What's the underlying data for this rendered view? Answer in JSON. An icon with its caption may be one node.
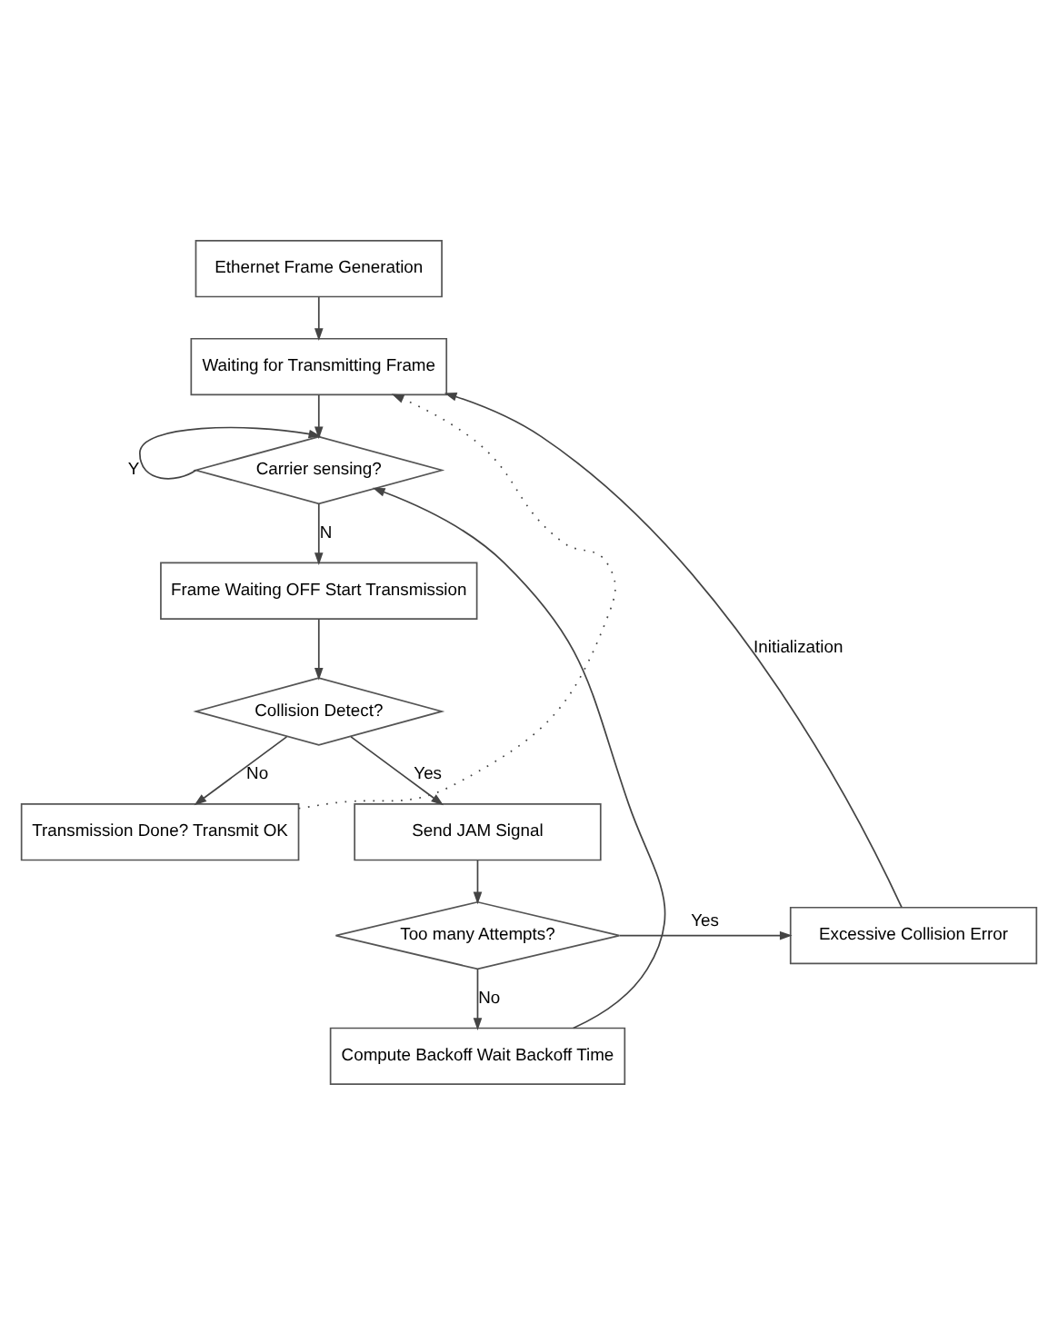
{
  "diagram": {
    "nodes": [
      {
        "text": [
          "Ethernet Frame Generation"
        ]
      },
      {
        "text": [
          "Waiting for Transmitting Frame"
        ]
      },
      {
        "text": [
          "Carrier sensing?"
        ]
      },
      {
        "text": [
          "Frame Waiting OFF Start Transmission"
        ]
      },
      {
        "text": [
          "Collision Detect?"
        ]
      },
      {
        "text": [
          "Transmission Done? Transmit OK"
        ]
      },
      {
        "text": [
          "Send JAM Signal"
        ]
      },
      {
        "text": [
          "Excessive Collision Error"
        ]
      },
      {
        "text": [
          "Too many Attempts?"
        ]
      },
      {
        "text": [
          "Compute Backoff Wait Backoff Time"
        ]
      }
    ],
    "edges": [
      {
        "from": 0,
        "to": 1,
        "arrow": "to"
      },
      {
        "from": 7,
        "to": 1,
        "arrow": "to",
        "label": "Initialization"
      },
      {
        "from": 5,
        "to": 1,
        "arrow": "to",
        "style": "dashed"
      },
      {
        "from": 1,
        "to": 2,
        "arrow": "to"
      },
      {
        "from": 2,
        "to": 2,
        "arrow": "to",
        "label": "Y"
      },
      {
        "from": 2,
        "to": 3,
        "arrow": "to",
        "label": "N"
      },
      {
        "from": 3,
        "to": 4,
        "arrow": "to"
      },
      {
        "from": 4,
        "to": 6,
        "arrow": "to",
        "label": "Yes"
      },
      {
        "from": 4,
        "to": 5,
        "arrow": "to",
        "label": "No"
      },
      {
        "from": 6,
        "to": 8,
        "arrow": "to"
      },
      {
        "from": 8,
        "to": 7,
        "arrow": "to",
        "label": "Yes"
      },
      {
        "from": 8,
        "to": 9,
        "arrow": "to",
        "label": "No"
      },
      {
        "from": 9,
        "to": 2,
        "arrow": "to"
      }
    ]
  }
}
